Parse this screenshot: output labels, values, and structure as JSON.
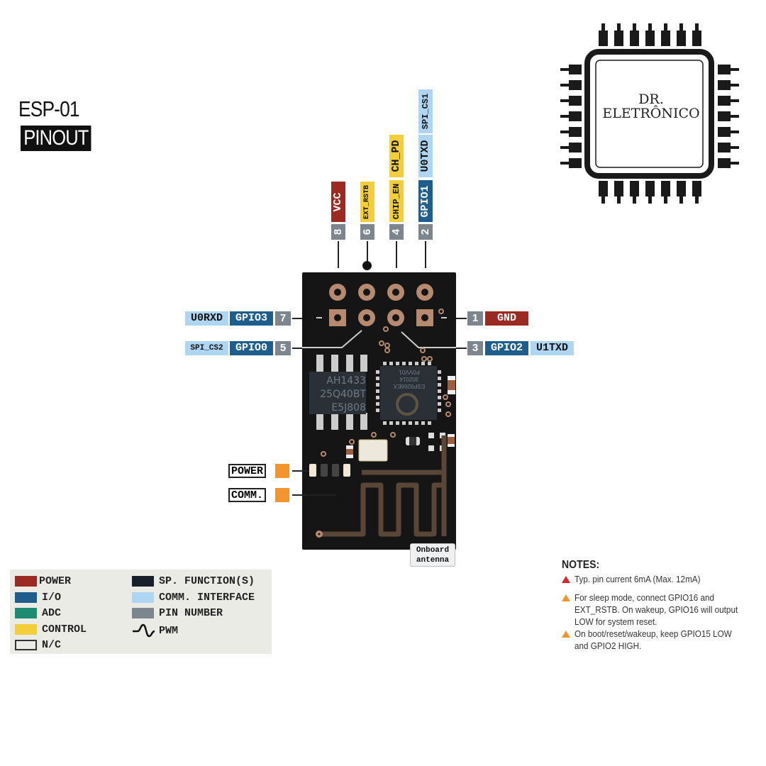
{
  "header": {
    "title": "ESP-01",
    "subtitle": "PINOUT"
  },
  "logo": {
    "line1": "DR.",
    "line2": "ELETRÔNICO"
  },
  "colors": {
    "power": "#9b2a22",
    "io": "#1f5e8c",
    "adc": "#1d8a72",
    "control": "#f3cd3a",
    "sp_function": "#17202b",
    "comm_interface": "#aed6f2",
    "pin_number": "#7d868f",
    "board": "#151515",
    "copper": "#b58a6e",
    "led": "#f29530"
  },
  "top_pins": [
    {
      "number": "8",
      "labels": [
        {
          "text": "VCC",
          "type": "power"
        }
      ]
    },
    {
      "number": "6",
      "labels": [
        {
          "text": "EXT_RSTB",
          "type": "control"
        }
      ]
    },
    {
      "number": "4",
      "labels": [
        {
          "text": "CHIP_EN",
          "type": "control"
        },
        {
          "text": "CH_PD",
          "type": "control"
        }
      ]
    },
    {
      "number": "2",
      "labels": [
        {
          "text": "GPIO1",
          "type": "io"
        },
        {
          "text": "U0TXD",
          "type": "comm"
        },
        {
          "text": "SPI_CS1",
          "type": "comm"
        }
      ]
    }
  ],
  "left_pins": [
    {
      "number": "7",
      "labels": [
        {
          "text": "GPIO3",
          "type": "io"
        },
        {
          "text": "U0RXD",
          "type": "comm"
        }
      ]
    },
    {
      "number": "5",
      "labels": [
        {
          "text": "GPIO0",
          "type": "io"
        },
        {
          "text": "SPI_CS2",
          "type": "comm"
        }
      ]
    }
  ],
  "right_pins": [
    {
      "number": "1",
      "labels": [
        {
          "text": "GND",
          "type": "power"
        }
      ]
    },
    {
      "number": "3",
      "labels": [
        {
          "text": "GPIO2",
          "type": "io"
        },
        {
          "text": "U1TXD",
          "type": "comm"
        }
      ]
    }
  ],
  "board": {
    "flash_chip": [
      "AH1433",
      "25Q40BT",
      "E5J808"
    ],
    "mcu_chip": [
      "P0VV01",
      "302014",
      "ESP8266EX"
    ],
    "antenna_label": [
      "Onboard",
      "antenna"
    ]
  },
  "indicators": [
    {
      "label": "POWER"
    },
    {
      "label": "COMM."
    }
  ],
  "legend": {
    "items": [
      {
        "label": "POWER",
        "color": "#9b2a22"
      },
      {
        "label": "I/O",
        "color": "#1f5e8c"
      },
      {
        "label": "ADC",
        "color": "#1d8a72"
      },
      {
        "label": "CONTROL",
        "color": "#f3cd3a"
      },
      {
        "label": "N/C",
        "color": "#ebebe6"
      },
      {
        "label": "SP. FUNCTION(S)",
        "color": "#17202b"
      },
      {
        "label": "COMM. INTERFACE",
        "color": "#aed6f2"
      },
      {
        "label": "PIN NUMBER",
        "color": "#7d868f"
      },
      {
        "label": "PWM",
        "color": ""
      }
    ]
  },
  "notes": {
    "title": "NOTES:",
    "items": [
      {
        "level": "danger",
        "text": "Typ. pin current 6mA (Max. 12mA)"
      },
      {
        "level": "warning",
        "text": "For sleep mode, connect GPIO16 and EXT_RSTB. On wakeup, GPIO16 will output LOW for system reset."
      },
      {
        "level": "warning",
        "text": "On boot/reset/wakeup, keep GPIO15 LOW and GPIO2 HIGH."
      }
    ]
  }
}
